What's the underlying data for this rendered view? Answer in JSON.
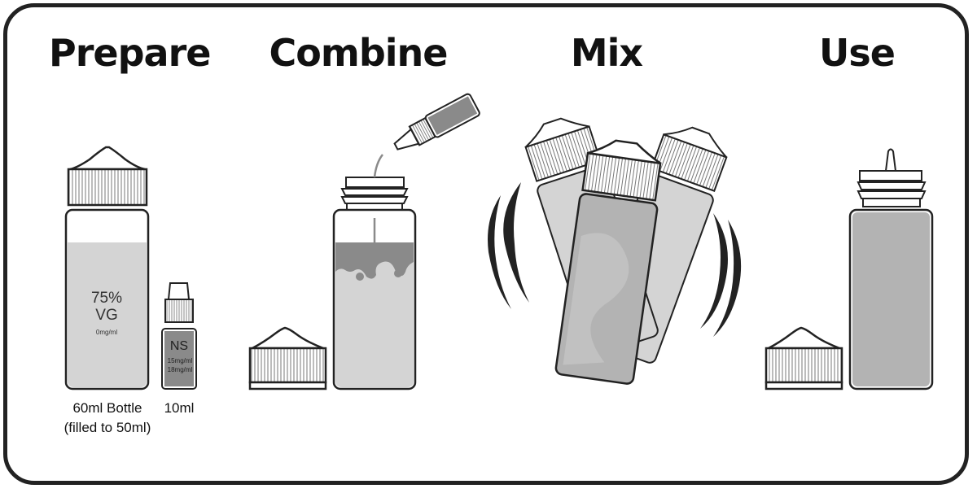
{
  "steps": [
    {
      "title": "Prepare"
    },
    {
      "title": "Combine"
    },
    {
      "title": "Mix"
    },
    {
      "title": "Use"
    }
  ],
  "prepare": {
    "big_bottle": {
      "percent": "75%",
      "liquid": "VG",
      "strength": "0mg/ml"
    },
    "small_bottle": {
      "label": "NS",
      "strength_1": "15mg/ml",
      "strength_2": "18mg/ml"
    },
    "caption_big_line1": "60ml Bottle",
    "caption_big_line2": "(filled to 50ml)",
    "caption_small": "10ml"
  },
  "colors": {
    "outline": "#222222",
    "liquid_light": "#d4d4d4",
    "liquid_dark": "#8a8a8a",
    "liquid_mid": "#b3b3b3",
    "background": "#ffffff"
  }
}
